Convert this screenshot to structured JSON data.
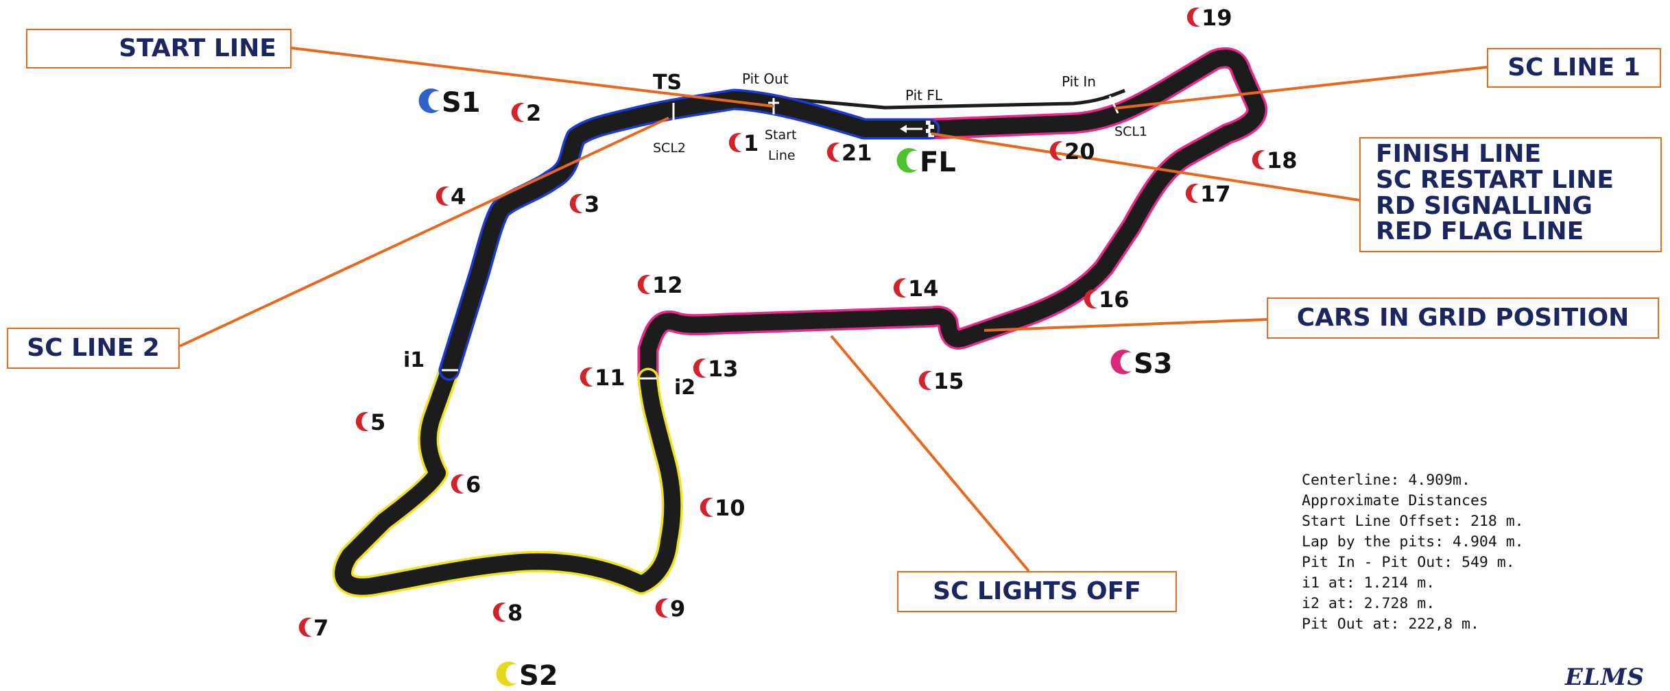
{
  "callouts": {
    "start_line": "START LINE",
    "sc_line_1": "SC LINE 1",
    "sc_line_2": "SC LINE 2",
    "finish_block": [
      "FINISH LINE",
      "SC RESTART LINE",
      "RD SIGNALLING",
      "RED FLAG LINE"
    ],
    "cars_in_grid": "CARS IN GRID POSITION",
    "sc_lights_off": "SC LIGHTS OFF"
  },
  "sectors": {
    "s1": "S1",
    "s2": "S2",
    "s3": "S3",
    "fl": "FL"
  },
  "turns": [
    "1",
    "2",
    "3",
    "4",
    "5",
    "6",
    "7",
    "8",
    "9",
    "10",
    "11",
    "12",
    "13",
    "14",
    "15",
    "16",
    "17",
    "18",
    "19",
    "20",
    "21"
  ],
  "track_labels": {
    "ts": "TS",
    "pit_out": "Pit Out",
    "pit_fl": "Pit FL",
    "pit_in": "Pit In",
    "scl1": "SCL1",
    "scl2": "SCL2",
    "start_line_1": "Start",
    "start_line_2": "Line",
    "i1": "i1",
    "i2": "i2"
  },
  "info": [
    "Centerline: 4.909m.",
    "Approximate Distances",
    "Start Line Offset: 218 m.",
    "Lap by the pits: 4.904 m.",
    "Pit In - Pit Out: 549 m.",
    "i1 at: 1.214 m.",
    "i2 at: 2.728 m.",
    "Pit Out at: 222,8 m."
  ],
  "logo": "ELMS",
  "colors": {
    "sector1": "#1e3ad6",
    "sector2": "#f2e21a",
    "sector3": "#e8288a",
    "track": "#1c1c1c",
    "turn_marker": "#d3232a",
    "callout_border": "#e8681d",
    "callout_text": "#1b2660",
    "s1_marker": "#2f63c9",
    "s2_marker": "#e6d81c",
    "s3_marker": "#d8287a",
    "fl_marker": "#4cc22e"
  }
}
